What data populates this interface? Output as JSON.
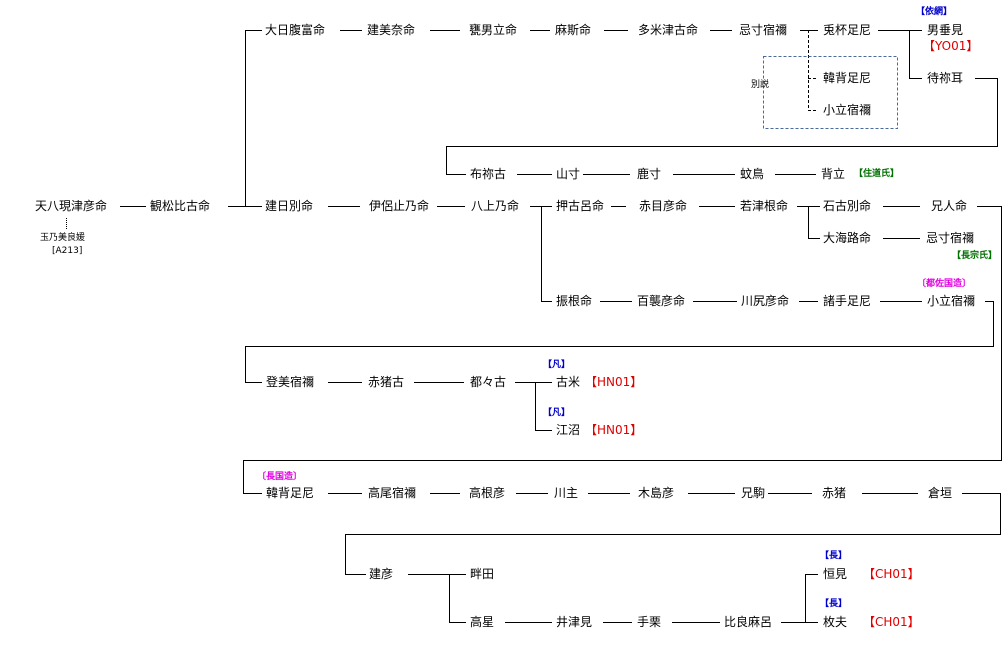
{
  "title": "天八現津彦命 系譜",
  "colors": {
    "line": "#000000",
    "dashed_box": "#4a6a9a",
    "code": "#e00000",
    "clan_blue": "#0000cc",
    "clan_green": "#007000",
    "clan_magenta": "#e000e0"
  },
  "nodes": {
    "amahachi": "天八現津彦命",
    "tamano": "玉乃美良媛",
    "tamano_code": "[A213]",
    "kanmatsu": "観松比古命",
    "ohihara": "大日腹富命",
    "takemina": "建美奈命",
    "soo": "甕男立命",
    "masu": "麻斯命",
    "tamezu": "多米津古命",
    "imisun1": "忌寸宿禰",
    "usagi": "兎杯足尼",
    "otarumi": "男垂見",
    "matsuyu": "待祢耳",
    "betsusetsu_label": "別説",
    "kasefu1": "韓背足尼",
    "kodachi1": "小立宿禰",
    "funeko": "布祢古",
    "yamasun": "山寸",
    "shikasun": "鹿寸",
    "kachidori": "蚊鳥",
    "setate": "背立",
    "takehi": "建日別命",
    "iryo": "伊侶止乃命",
    "hachijo": "八上乃命",
    "oshiko": "押古呂命",
    "akame": "赤目彦命",
    "wakatsu": "若津根命",
    "ishiko": "石古別命",
    "eto": "兄人命",
    "oumi": "大海路命",
    "imisun2": "忌寸宿禰",
    "furune": "振根命",
    "momoso": "百襲彦命",
    "kawajiri": "川尻彦命",
    "morote": "諸手足尼",
    "kodachi2": "小立宿禰",
    "tomi": "登美宿禰",
    "akai1": "赤猪古",
    "tsutsu": "都々古",
    "kome": "古米",
    "enuma": "江沼",
    "kasefu2": "韓背足尼",
    "takao": "高尾宿禰",
    "takane": "高根彦",
    "kawanushi": "川主",
    "kijima": "木島彦",
    "ekoma": "兄駒",
    "akai2": "赤猪",
    "kuragaki": "倉垣",
    "takehiko": "建彦",
    "azeta": "畔田",
    "takaboshi": "高星",
    "itsumi": "井津見",
    "tekuri": "手栗",
    "hiramaro": "比良麻呂",
    "tsunemi": "恒見",
    "hirao": "枚夫"
  },
  "tags": {
    "yoami": "【依網】",
    "sumimichi": "【住道氏】",
    "nagamune": "【長宗氏】",
    "tosa": "〔都佐国造〕",
    "bon1": "【凡】",
    "bon2": "【凡】",
    "naga_kuni": "〔長国造〕",
    "naga1": "【長】",
    "naga2": "【長】"
  },
  "codes": {
    "yo01": "【YO01】",
    "hn01a": "【HN01】",
    "hn01b": "【HN01】",
    "ch01a": "【CH01】",
    "ch01b": "【CH01】"
  }
}
